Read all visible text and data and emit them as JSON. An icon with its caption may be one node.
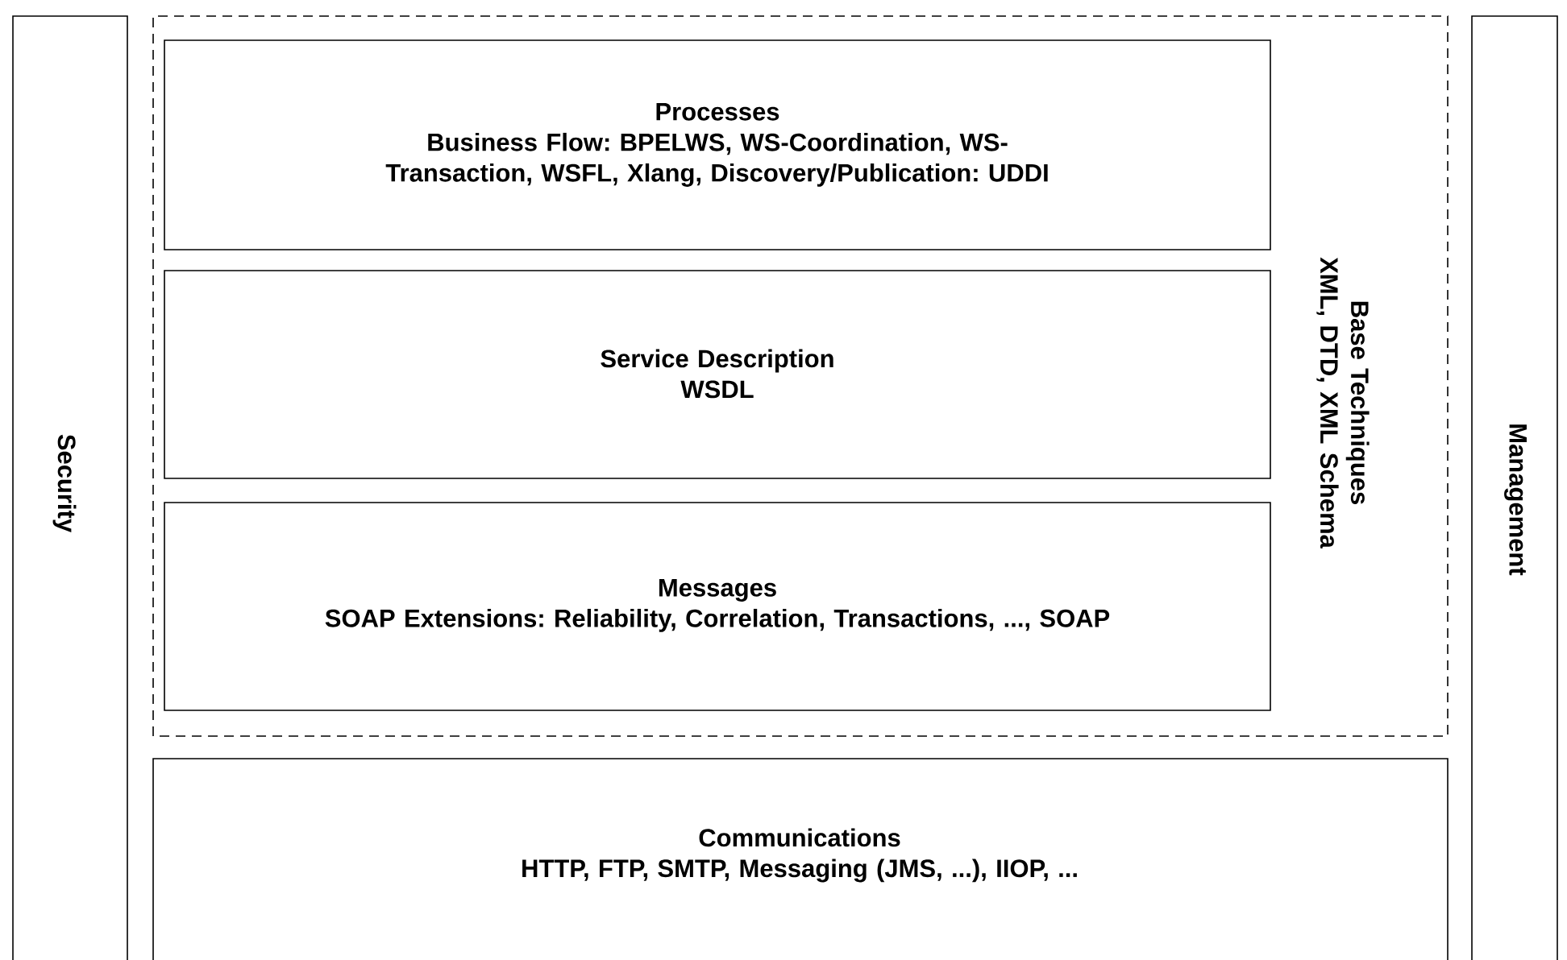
{
  "diagram": {
    "nodes": [
      {
        "text": [
          "Security"
        ]
      },
      {
        "text": [
          "Base Techniques",
          "XML, DTD, XML Schema"
        ]
      },
      {
        "text": [
          "Processes",
          "Business Flow: BPELWS, WS-Coordination, WS-Transaction, WSFL, Xlang, Discovery/Publication: UDDI"
        ],
        "in": 1
      },
      {
        "text": [
          "Service Description",
          "WSDL"
        ],
        "in": 1
      },
      {
        "text": [
          "Messages",
          "SOAP Extensions: Reliability, Correlation, Transactions, ..., SOAP"
        ],
        "in": 1
      },
      {
        "text": [
          "Communications",
          "HTTP, FTP, SMTP, Messaging (JMS, ...), IIOP, ..."
        ]
      },
      {
        "text": [
          "Management"
        ]
      }
    ]
  }
}
